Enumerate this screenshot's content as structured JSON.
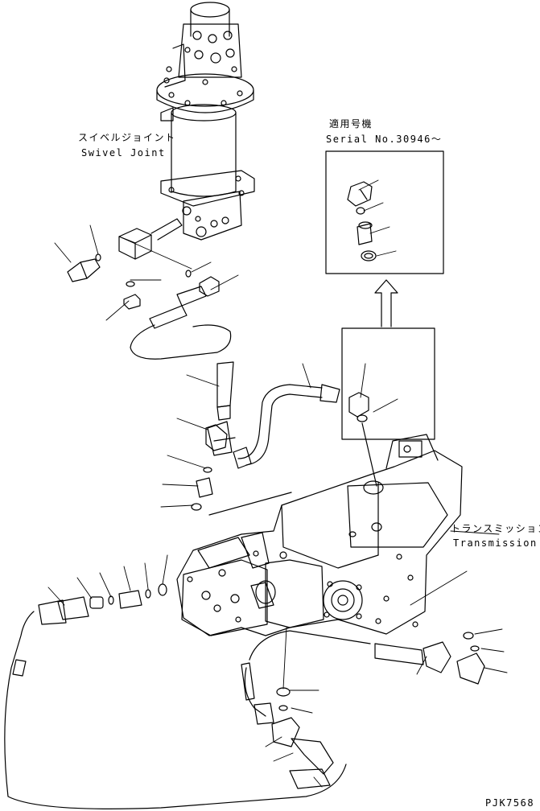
{
  "labels": {
    "swivel_joint_jp": "スイベルジョイント",
    "swivel_joint_en": "Swivel Joint",
    "applicable_serial_jp": "適用号機",
    "applicable_serial_en": "Serial No.30946～",
    "transmission_jp": "トランスミッション",
    "transmission_en": "Transmission",
    "drawing_code": "PJK7568"
  }
}
